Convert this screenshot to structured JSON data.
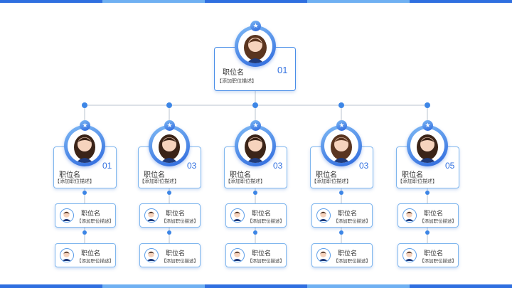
{
  "head": {
    "title": "职位名",
    "desc": "【添加职位描述】",
    "num": "01"
  },
  "managers": [
    {
      "title": "职位名",
      "desc": "【添加职位描述】",
      "num": "01",
      "hair": "#3b2418"
    },
    {
      "title": "职位名",
      "desc": "【添加职位描述】",
      "num": "03",
      "hair": "#3b2418"
    },
    {
      "title": "职位名",
      "desc": "【添加职位描述】",
      "num": "03",
      "hair": "#3b2418"
    },
    {
      "title": "职位名",
      "desc": "【添加职位描述】",
      "num": "03",
      "hair": "#5a3520"
    },
    {
      "title": "职位名",
      "desc": "【添加职位描述】",
      "num": "05",
      "hair": "#3b2418"
    }
  ],
  "staff": [
    [
      {
        "title": "职位名",
        "desc": "【添加职位描述】"
      },
      {
        "title": "职位名",
        "desc": "【添加职位描述】"
      }
    ],
    [
      {
        "title": "职位名",
        "desc": "【添加职位描述】"
      },
      {
        "title": "职位名",
        "desc": "【添加职位描述】"
      }
    ],
    [
      {
        "title": "职位名",
        "desc": "【添加职位描述】"
      },
      {
        "title": "职位名",
        "desc": "【添加职位描述】"
      }
    ],
    [
      {
        "title": "职位名",
        "desc": "【添加职位描述】"
      },
      {
        "title": "职位名",
        "desc": "【添加职位描述】"
      }
    ],
    [
      {
        "title": "职位名",
        "desc": "【添加职位描述】"
      },
      {
        "title": "职位名",
        "desc": "【添加职位描述】"
      }
    ]
  ],
  "colors": {
    "accent": "#2f6fe0",
    "light": "#7fb6ee"
  },
  "icons": {
    "star": "star-icon",
    "avatar": "avatar-icon"
  }
}
